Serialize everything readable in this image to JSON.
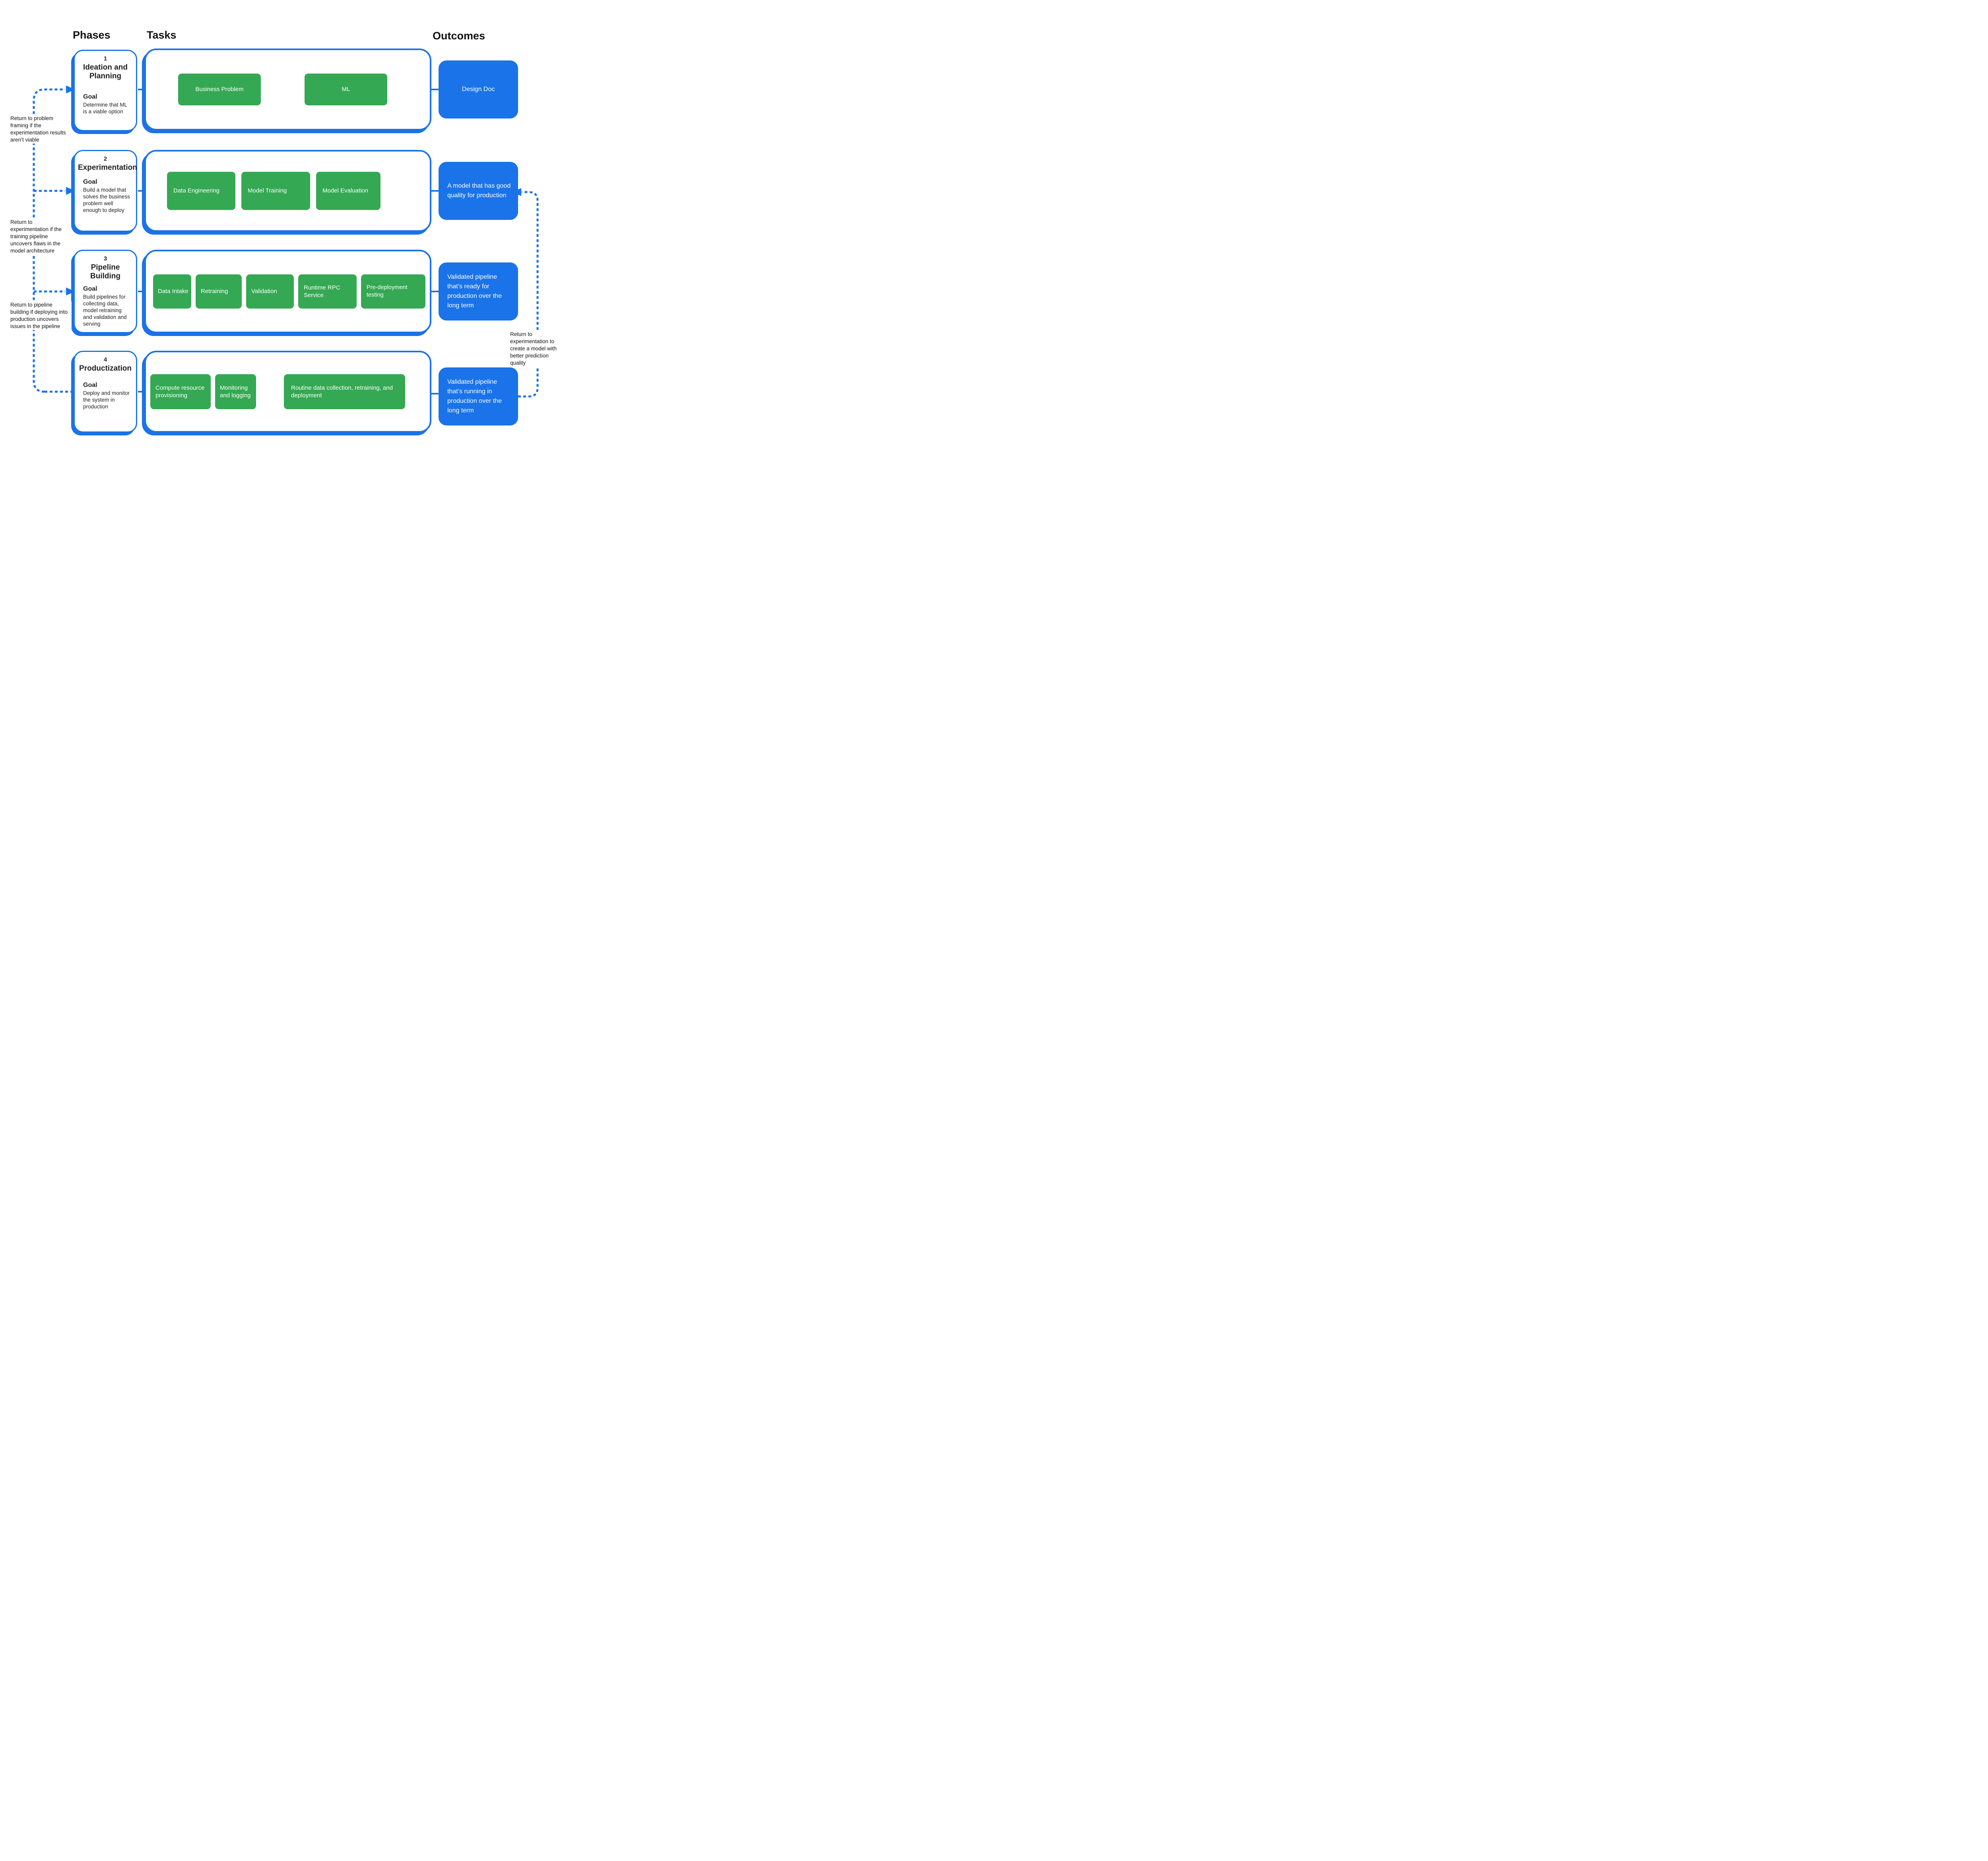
{
  "headers": {
    "phases": "Phases",
    "tasks": "Tasks",
    "outcomes": "Outcomes"
  },
  "phases": [
    {
      "number": "1",
      "title": "Ideation and Planning",
      "goal_label": "Goal",
      "goal": "Determine that ML is a viable option",
      "tasks": [
        "Business Problem",
        "ML"
      ],
      "outcome": "Design Doc"
    },
    {
      "number": "2",
      "title": "Experimentation",
      "goal_label": "Goal",
      "goal": "Build a model that solves the business problem well enough to deploy",
      "tasks": [
        "Data Engineering",
        "Model Training",
        "Model Evaluation"
      ],
      "outcome": "A model that has good quality for production"
    },
    {
      "number": "3",
      "title": "Pipeline Building",
      "goal_label": "Goal",
      "goal": "Build pipelines for collecting data, model retraining and validation and serving",
      "tasks": [
        "Data Intake",
        "Retraining",
        "Validation",
        "Runtime RPC Service",
        "Pre-deployment testing"
      ],
      "outcome": "Validated pipeline that’s ready for production over the long term"
    },
    {
      "number": "4",
      "title": "Productization",
      "goal_label": "Goal",
      "goal": "Deploy and monitor the system in production",
      "tasks": [
        "Compute resource provisioning",
        "Monitoring and logging",
        "Routine data collection, retraining, and deployment"
      ],
      "outcome": "Validated pipeline that’s running in production over the long term"
    }
  ],
  "annotations": {
    "left": [
      "Return to problem framing if the experimentation results aren’t viable",
      "Return to experimentation if the training pipeline uncovers flaws in the model architecture",
      "Return to pipeline building if deploying into production uncovers issues in the pipeline"
    ],
    "right": "Return to experimentation to create a model with better prediction quality"
  },
  "colors": {
    "blue": "#1a73e8",
    "green": "#34a853",
    "text": "#202124"
  }
}
